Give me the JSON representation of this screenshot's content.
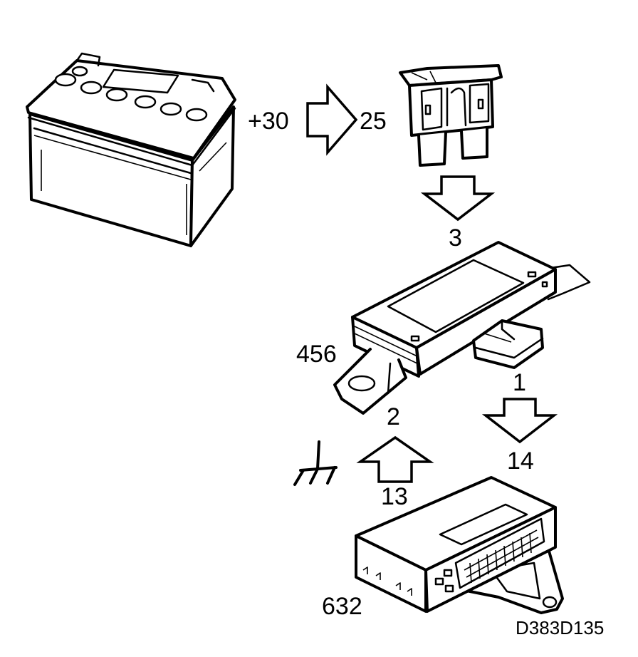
{
  "components": {
    "battery": {
      "terminal": "+30"
    },
    "fuse": {
      "number": "25"
    },
    "module_456": {
      "id": "456",
      "pin_power": "3",
      "pin_ground": "2",
      "pin_signal": "1"
    },
    "ground": {
      "pin": "13"
    },
    "module_632": {
      "id": "632",
      "pin_input": "14"
    }
  },
  "drawing_code": "D383D135"
}
